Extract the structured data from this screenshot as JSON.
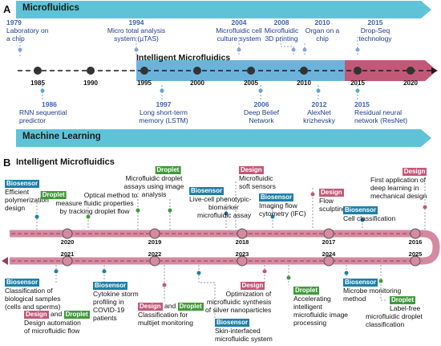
{
  "panel_a": {
    "label": "A",
    "top_banner": "Microfluidics",
    "bottom_banner": "Machine Learning",
    "center_label": "Intelligent Microfluidics",
    "ticks": [
      "1985",
      "1990",
      "1995",
      "2000",
      "2005",
      "2010",
      "2015",
      "2020"
    ],
    "top_events": [
      {
        "year": "1979",
        "lines": [
          "Laboratory on",
          "a chip"
        ]
      },
      {
        "year": "1994",
        "lines": [
          "Micro total analysis",
          "system (µTAS)"
        ]
      },
      {
        "year": "2004",
        "lines": [
          "Microfluidic cell",
          "culture system"
        ]
      },
      {
        "year": "2008",
        "lines": [
          "Microfluidic",
          "3D printing"
        ]
      },
      {
        "year": "2010",
        "lines": [
          "Organ on a",
          "chip"
        ]
      },
      {
        "year": "2015",
        "lines": [
          "Drop-Seq",
          "technology"
        ]
      }
    ],
    "bottom_events": [
      {
        "year": "1986",
        "lines": [
          "RNN sequential",
          "predictor"
        ]
      },
      {
        "year": "1997",
        "lines": [
          "Long short-term",
          "memory (LSTM)"
        ]
      },
      {
        "year": "2006",
        "lines": [
          "Deep Belief",
          "Network"
        ]
      },
      {
        "year": "2012",
        "lines": [
          "AlexNet",
          "krizhevsky"
        ]
      },
      {
        "year": "2015",
        "lines": [
          "Residual neural",
          "network (ResNet)"
        ]
      }
    ]
  },
  "panel_b": {
    "label": "B",
    "title": "Intelligent Microfluidics",
    "upper_years": [
      "2020",
      "2019",
      "2018",
      "2017",
      "2016"
    ],
    "lower_years": [
      "2021",
      "2022",
      "2023",
      "2024",
      "2025"
    ],
    "tags": {
      "bio": "Biosensor",
      "des": "Design",
      "dro": "Droplet",
      "and": "and"
    },
    "upper_events": {
      "e1": [
        "Efficient",
        "polymerization",
        "design"
      ],
      "e2": [
        "Optical method to",
        "measure fluidic properties",
        "by tracking droplet flow"
      ],
      "e3": [
        "Microfluidic droplet",
        "assays using image",
        "analysis"
      ],
      "e4": [
        "Live-cell phenotypic-",
        "biomarker",
        "microfluidic assay"
      ],
      "e5": [
        "Microfluidic",
        "soft sensors"
      ],
      "e6": [
        "Imaging flow",
        "cytometry (IFC)"
      ],
      "e7": [
        "Flow",
        "sculpting"
      ],
      "e8": "Cell classification",
      "e9": [
        "First application of",
        "deep learning in",
        "mechanical design"
      ]
    },
    "lower_events": {
      "f1": [
        "Classification of",
        "biological samples",
        "(cells and sperms)"
      ],
      "f2": [
        "Design automation",
        "of microfluidic flow"
      ],
      "f3": [
        "Cytokine storm",
        "profiling in",
        "COVID-19",
        "patients"
      ],
      "f4": "Classification for multijet monitoring",
      "f5": [
        "Skin-interfaced",
        "microfluidic system"
      ],
      "f6": [
        "Optimization of",
        "microfluidic synthesis",
        "of silver nanoparticles"
      ],
      "f7": [
        "Accelerating",
        "intelligent",
        "microfluidic image",
        "processing"
      ],
      "f8": [
        "Microbe monitoring",
        "method"
      ],
      "f9": [
        "Label-free",
        "microfluidic droplet",
        "classification"
      ]
    }
  },
  "colors": {
    "teal_banner": "#5fc3d8",
    "blue_band": "#6cb3dc",
    "pink_band": "#c25878",
    "pink_track": "#d58aa1",
    "biosensor": "#1d7fa8",
    "design": "#c25878",
    "droplet": "#3f9a3a"
  }
}
